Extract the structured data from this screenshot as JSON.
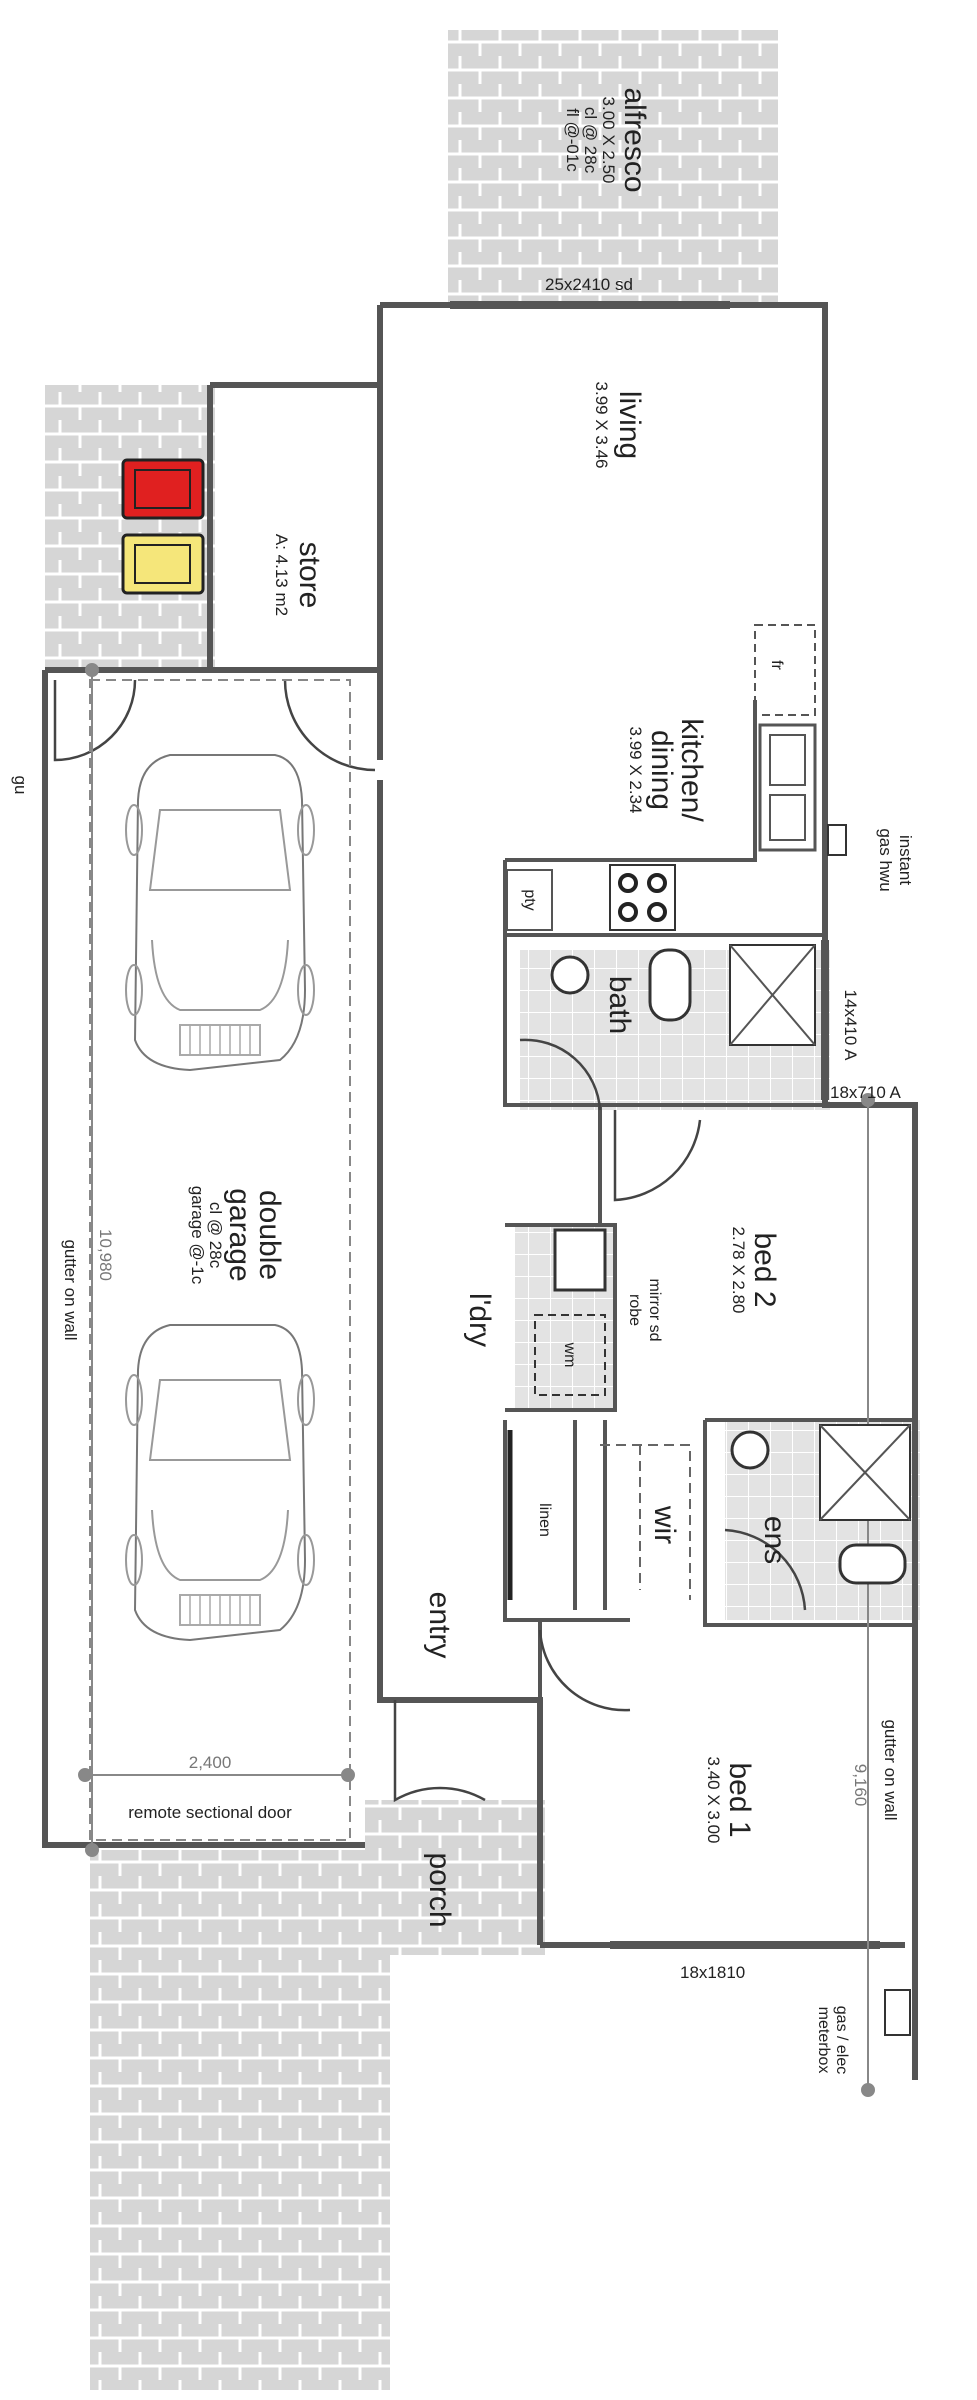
{
  "rooms": {
    "alfresco": {
      "name": "alfresco",
      "size": "3.00 X 2.50",
      "ceiling": "cl @ 28c",
      "floor": "fl @-01c"
    },
    "living": {
      "name": "living",
      "size": "3.99 X 3.46"
    },
    "store": {
      "name": "store",
      "area": "A: 4.13 m2"
    },
    "kitchen": {
      "name_line1": "kitchen/",
      "name_line2": "dining",
      "size": "3.99 X 2.34"
    },
    "bath": {
      "name": "bath"
    },
    "double_garage": {
      "name_line1": "double",
      "name_line2": "garage",
      "ceiling": "cl @ 28c",
      "floor": "garage @-1c"
    },
    "bed2": {
      "name": "bed 2",
      "size": "2.78 X 2.80"
    },
    "ldry": {
      "name": "l'dry"
    },
    "wir": {
      "name": "wir"
    },
    "ens": {
      "name": "ens"
    },
    "linen": {
      "name": "linen"
    },
    "robe": {
      "name": "robe"
    },
    "entry": {
      "name": "entry"
    },
    "bed1": {
      "name": "bed 1",
      "size": "3.40 X 3.00"
    },
    "porch": {
      "name": "porch"
    }
  },
  "fixtures": {
    "sliding_door": "25x2410 sd",
    "fridge": "fr",
    "pantry": "pty",
    "washing_machine": "wm",
    "mirror_sd": "mirror sd",
    "window_bath": "14x410 A",
    "window_bed2": "18x710 A",
    "window_bed1": "18x1810",
    "instant_hwu_line1": "instant",
    "instant_hwu_line2": "gas hwu",
    "meterbox_line1": "gas / elec",
    "meterbox_line2": "meterbox",
    "gutter_left": "gutter on wall",
    "gutter_right": "gutter on wall",
    "door_label": "remote sectional door",
    "gutter_short": "gu"
  },
  "dimensions": {
    "garage_length": "10,980",
    "garage_width": "2,400",
    "house_length": "9,160"
  },
  "colors": {
    "bin_red": "#e02020",
    "bin_yellow": "#f5e67a",
    "paving": "#d9d9d9",
    "tile": "#e3e3e3",
    "wall": "#555555"
  }
}
